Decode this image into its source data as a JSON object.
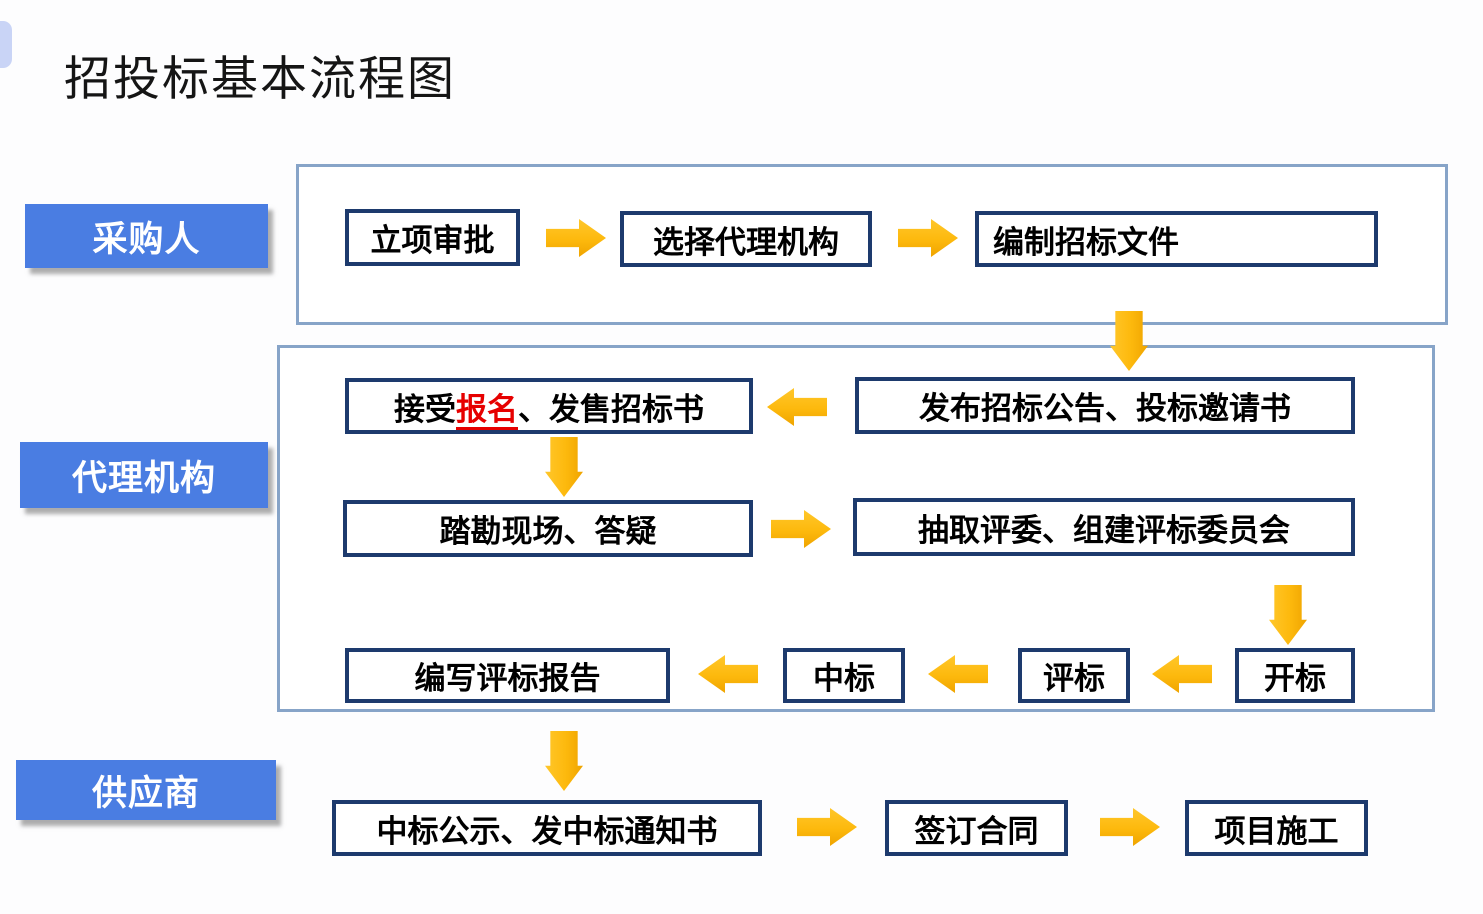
{
  "title": "招投标基本流程图",
  "colors": {
    "lane_blue": "#4a7de2",
    "box_border": "#1d3a6d",
    "container_border": "#87a4c8",
    "arrow_gold": "#ffc000",
    "highlight_red": "#e60000"
  },
  "lanes": {
    "purchaser": "采购人",
    "agency": "代理机构",
    "supplier": "供应商"
  },
  "nodes": {
    "approve": "立项审批",
    "select_agency": "选择代理机构",
    "prepare_docs": "编制招标文件",
    "accept_prefix": "接受",
    "accept_highlight": "报名",
    "accept_suffix": "、发售招标书",
    "announce": "发布招标公告、投标邀请书",
    "site_survey": "踏勘现场、答疑",
    "draw_committee": "抽取评委、组建评标委员会",
    "write_report": "编写评标报告",
    "win_bid": "中标",
    "evaluate": "评标",
    "open_bid": "开标",
    "publicity": "中标公示、发中标通知书",
    "sign_contract": "签订合同",
    "construction": "项目施工"
  }
}
